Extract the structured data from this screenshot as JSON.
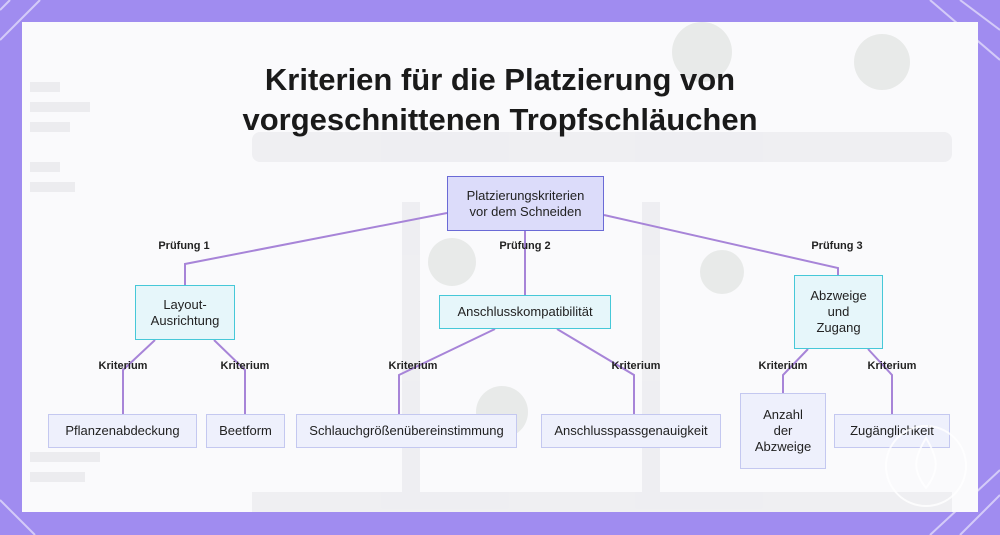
{
  "title": {
    "line1": "Kriterien für die Platzierung von",
    "line2": "vorgeschnittenen Tropfschläuchen"
  },
  "nodes": {
    "root": "Platzierungskriterien\nvor dem Schneiden",
    "layout": "Layout-\nAusrichtung",
    "anschluss": "Anschlusskompatibilität",
    "abzweige_zugang": "Abzweige\nund\nZugang",
    "pflanzenabdeckung": "Pflanzenabdeckung",
    "beetform": "Beetform",
    "schlauchgroesse": "Schlauchgrößenübereinstimmung",
    "anschlusspass": "Anschlusspassgenauigkeit",
    "anzahl_abzweige": "Anzahl\nder\nAbzweige",
    "zugaenglichkeit": "Zugänglichkeit"
  },
  "edge_labels": {
    "pruefung1": "Prüfung 1",
    "pruefung2": "Prüfung 2",
    "pruefung3": "Prüfung 3",
    "kriterium": "Kriterium"
  },
  "colors": {
    "frame": "#a08cf0",
    "edge": "#a784d8",
    "root_fill": "#dcdcfa",
    "mid_border": "#46c8d8",
    "leaf_border": "#c4c8f0"
  }
}
